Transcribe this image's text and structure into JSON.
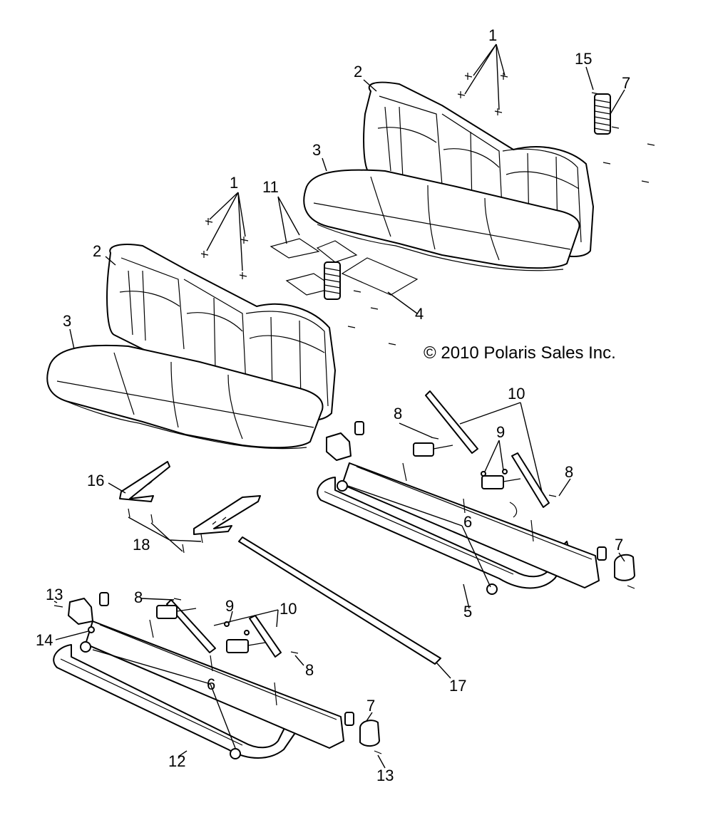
{
  "copyright": "© 2010 Polaris Sales Inc.",
  "callouts": [
    "1",
    "2",
    "3",
    "4",
    "5",
    "6",
    "7",
    "8",
    "9",
    "10",
    "11",
    "12",
    "13",
    "14",
    "15",
    "16",
    "17",
    "18"
  ],
  "colors": {
    "line": "#000000",
    "background": "#ffffff"
  }
}
